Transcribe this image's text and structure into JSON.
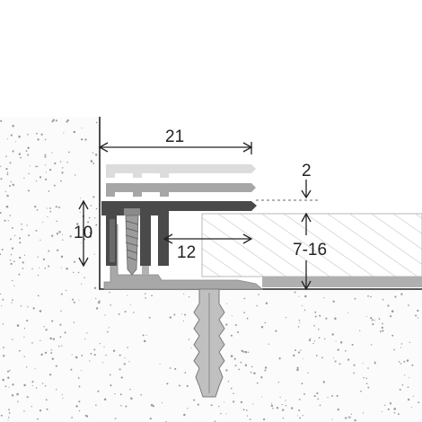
{
  "dimensions": {
    "width_label": "21",
    "step_label": "2",
    "height_label": "10",
    "depth_label": "12",
    "thickness_label": "7-16"
  },
  "colors": {
    "substrate_dots": "#9a9a9a",
    "line": "#222222",
    "profile_dark": "#4a4a4a",
    "profile_mid": "#8e8e8e",
    "profile_light": "#c8c8c8",
    "base": "#a8a8a8",
    "hatch": "#c4c4c4",
    "screw": "#9c9c9c"
  },
  "icons": [
    "screw-icon",
    "wall-plug-icon"
  ]
}
